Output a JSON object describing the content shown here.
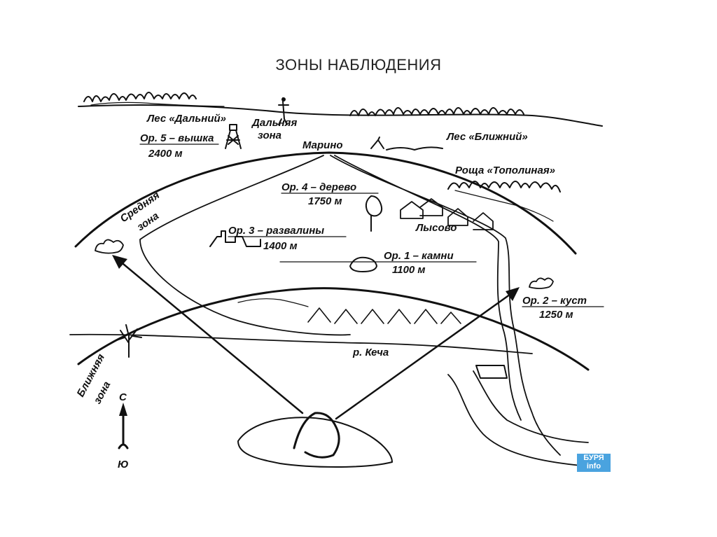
{
  "title": "ЗОНЫ НАБЛЮДЕНИЯ",
  "labels": {
    "forest_far": "Лес «Дальний»",
    "landmark5_name": "Ор. 5 – вышка",
    "landmark5_dist": "2400 м",
    "far_zone_1": "Дальняя",
    "far_zone_2": "зона",
    "marino": "Марино",
    "forest_near": "Лес «Ближний»",
    "grove": "Роща «Тополиная»",
    "landmark4_name": "Ор. 4 – дерево",
    "landmark4_dist": "1750 м",
    "middle_zone_1": "Средняя",
    "middle_zone_2": "зона",
    "landmark3_name": "Ор. 3 – развалины",
    "landmark3_dist": "1400 м",
    "lysovo": "Лысово",
    "landmark1_name": "Ор. 1 – камни",
    "landmark1_dist": "1100 м",
    "landmark2_name": "Ор. 2 – куст",
    "landmark2_dist": "1250 м",
    "river": "р. Кеча",
    "near_zone_1": "Ближняя",
    "near_zone_2": "зона",
    "north": "С",
    "south": "Ю"
  },
  "logo": {
    "line1": "БУРЯ",
    "line2": "info",
    "color": "#4aa3df"
  }
}
